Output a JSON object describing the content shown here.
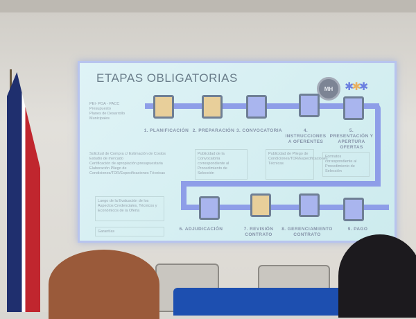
{
  "slide": {
    "title": "ETAPAS OBLIGATORIAS",
    "logo_text": "MH",
    "steps": [
      "1. PLANIFICACIÓN",
      "2. PREPARACIÓN",
      "3. CONVOCATORIA",
      "4. INSTRUCCIONES A OFERENTES",
      "5. PRESENTACIÓN Y APERTURA OFERTAS",
      "6. ADJUDICACIÓN",
      "7. REVISIÓN CONTRATO",
      "8. GERENCIAMIENTO CONTRATO",
      "9. PAGO"
    ],
    "notes": {
      "planificacion": [
        "PEI- POA - PACC",
        "Presupuesto",
        "Planes de Desarrollo Municipales"
      ],
      "preparacion": [
        "Solicitud de Compra c/ Estimación de Costos",
        "Estudio de mercado",
        "Certificación de apropiación presupuestaria",
        "Elaboración Pliego de Condiciones/TDR/Especificaciones Técnicas"
      ],
      "convocatoria": "Publicidad de la Convocatoria correspondiente al Procedimiento de Selección",
      "instrucciones": "Publicidad de Pliego de Condiciones/TDR/Especificaciones Técnicas",
      "presentacion": "Formatos correspondiente al Procedimiento de Selección",
      "adjudicacion": "Luego de la Evaluación de los Aspectos Credenciales, Técnicos y Económicos de la Oferta",
      "garantias": "Garantías"
    }
  },
  "colors": {
    "track": "#8e9ee8",
    "slide_bg": "#dff3f6",
    "flag_blue": "#1f2f6e",
    "flag_red": "#c0262e",
    "tablecloth": "#1d4fb0"
  }
}
